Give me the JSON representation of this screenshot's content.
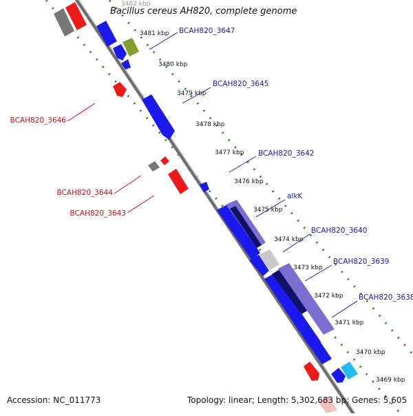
{
  "title": "Bacillus cereus AH820, complete genome",
  "accession": "Accession: NC_011773",
  "topology": "Topology: linear; Length: 5,302,683 bp; Genes: 5,605",
  "colors": {
    "forward": "#1a1aee",
    "reverse": "#ee1a1a",
    "grey": "#777777",
    "olive": "#7f9f2f",
    "cyan": "#22bbee",
    "lavender": "#7a6fd0",
    "light_grey": "#cccccc",
    "tick": "#118811",
    "forward_label": "#1a1ab0",
    "reverse_label": "#cc1111"
  },
  "kbp_ticks": [
    {
      "label": "3482 kbp"
    },
    {
      "label": "3481 kbp"
    },
    {
      "label": "3480 kbp"
    },
    {
      "label": "3479 kbp"
    },
    {
      "label": "3478 kbp"
    },
    {
      "label": "3477 kbp"
    },
    {
      "label": "3476 kbp"
    },
    {
      "label": "3475 kbp"
    },
    {
      "label": "3474 kbp"
    },
    {
      "label": "3473 kbp"
    },
    {
      "label": "3472 kbp"
    },
    {
      "label": "3471 kbp"
    },
    {
      "label": "3470 kbp"
    },
    {
      "label": "3469 kbp"
    }
  ],
  "gene_labels": {
    "forward": [
      "BCAH820_3647",
      "BCAH820_3645",
      "BCAH820_3642",
      "alkK",
      "BCAH820_3640",
      "BCAH820_3639",
      "BCAH820_3638"
    ],
    "reverse": [
      "BCAH820_3646",
      "BCAH820_3644",
      "BCAH820_3643"
    ]
  }
}
